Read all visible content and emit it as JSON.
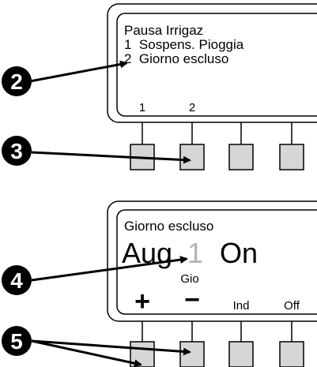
{
  "panel1": {
    "title": "Pausa Irrigaz",
    "line1": "1  Sospens. Pioggia",
    "line2": "2  Giorno escluso",
    "softkeys": [
      "1",
      "2",
      "",
      ""
    ]
  },
  "panel2": {
    "title": "Giorno escluso",
    "month": "Aug",
    "day": "1",
    "state": "On",
    "unit": "Gio",
    "softkeys": [
      "+",
      "−",
      "Ind",
      "Off"
    ]
  },
  "callouts": [
    "2",
    "3",
    "4",
    "5"
  ]
}
